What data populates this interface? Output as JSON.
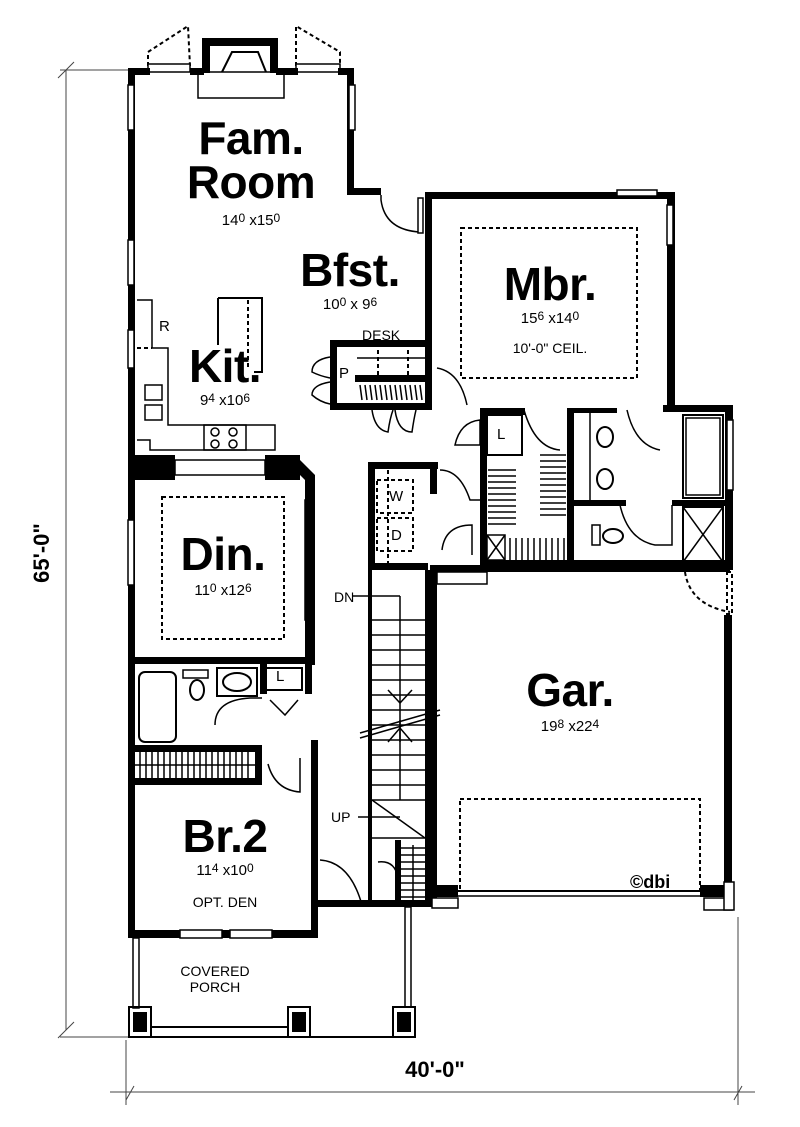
{
  "plan": {
    "overall_depth": "65'-0\"",
    "overall_width": "40'-0\"",
    "copyright": "©dbi"
  },
  "rooms": {
    "fam_room": {
      "name_line1": "Fam.",
      "name_line2": "Room",
      "w": "14",
      "w_in": "0",
      "x": "x",
      "d": "15",
      "d_in": "0"
    },
    "bfst": {
      "name": "Bfst.",
      "w": "10",
      "w_in": "0",
      "x": "x",
      "d": "9",
      "d_in": "6"
    },
    "mbr": {
      "name": "Mbr.",
      "w": "15",
      "w_in": "6",
      "x": "x",
      "d": "14",
      "d_in": "0",
      "note": "10'-0\" CEIL."
    },
    "kit": {
      "name": "Kit.",
      "w": "9",
      "w_in": "4",
      "x": "x",
      "d": "10",
      "d_in": "6"
    },
    "din": {
      "name": "Din.",
      "w": "11",
      "w_in": "0",
      "x": "x",
      "d": "12",
      "d_in": "6"
    },
    "gar": {
      "name": "Gar.",
      "w": "19",
      "w_in": "8",
      "x": "x",
      "d": "22",
      "d_in": "4"
    },
    "br2": {
      "name": "Br.2",
      "w": "11",
      "w_in": "4",
      "x": "x",
      "d": "10",
      "d_in": "0",
      "note": "OPT. DEN"
    },
    "porch": {
      "line1": "COVERED",
      "line2": "PORCH"
    }
  },
  "fixtures": {
    "desk": "DESK",
    "pantry": "P",
    "refrigerator": "R",
    "linen_upper": "L",
    "linen_lower": "L",
    "washer": "W",
    "dryer": "D",
    "stairs_down": "DN",
    "stairs_up": "UP"
  }
}
